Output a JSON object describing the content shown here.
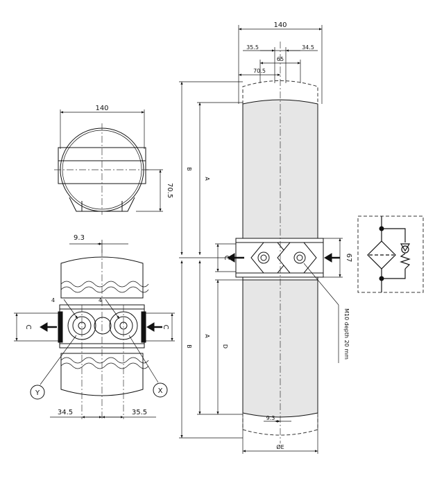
{
  "top_view": {
    "width_label": "140",
    "height_label": "70.5"
  },
  "left_view": {
    "offset_top_label": "9.3",
    "port_left_label": "C",
    "port_right_label": "C",
    "bottom_left_label": "34.5",
    "bottom_right_label": "35.5",
    "port_y_label": "Y",
    "port_x_label": "X",
    "chamfer_left_label": "4",
    "chamfer_right_label": "4"
  },
  "side_view": {
    "width_label": "140",
    "top_left_label": "35.5",
    "top_right_label": "34.5",
    "mid_label": "65",
    "half_label": "70.5",
    "total_height_label_top": "B",
    "total_height_label_bottom": "B",
    "length_label_top": "A",
    "length_label_bottom": "A",
    "port_label": "C",
    "block_height_label": "67",
    "d_label": "D",
    "thread_label": "M10 depth 20 mm",
    "bottom_offset_label": "9.3",
    "diameter_label": "ØE"
  },
  "colors": {
    "line": "#111111",
    "fill": "#e6e6e6"
  }
}
